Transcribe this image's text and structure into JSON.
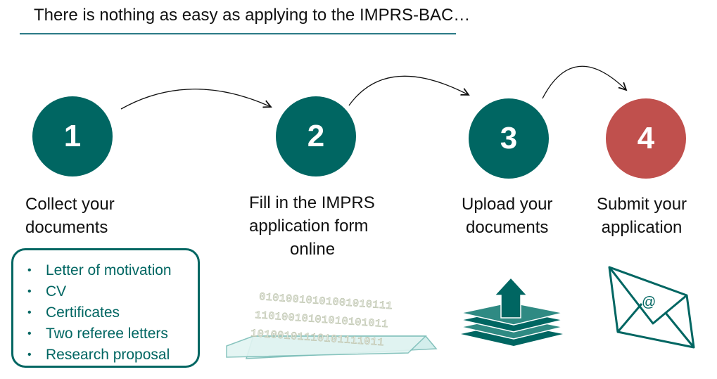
{
  "title": "There is nothing as easy as applying to the IMPRS-BAC…",
  "steps": [
    {
      "number": "1",
      "label_lines": [
        "Collect your",
        "documents"
      ]
    },
    {
      "number": "2",
      "label_lines": [
        "Fill in the IMPRS",
        "application form",
        "online"
      ]
    },
    {
      "number": "3",
      "label_lines": [
        "Upload your",
        "documents"
      ]
    },
    {
      "number": "4",
      "label_lines": [
        "Submit your",
        "application"
      ]
    }
  ],
  "documents_list": [
    "Letter of motivation",
    "CV",
    "Certificates",
    "Two referee letters",
    "Research proposal"
  ],
  "binary_lines": [
    "01010010101001010111",
    "11010010101010101011",
    "10100101110101111011"
  ],
  "email_icon_symbol": "@",
  "colors": {
    "teal": "#006662",
    "red": "#c0504d",
    "title_rule": "#2b7a86"
  },
  "icons": [
    "curved-arrow-icon",
    "binary-form-icon",
    "upload-stack-icon",
    "envelope-icon"
  ]
}
